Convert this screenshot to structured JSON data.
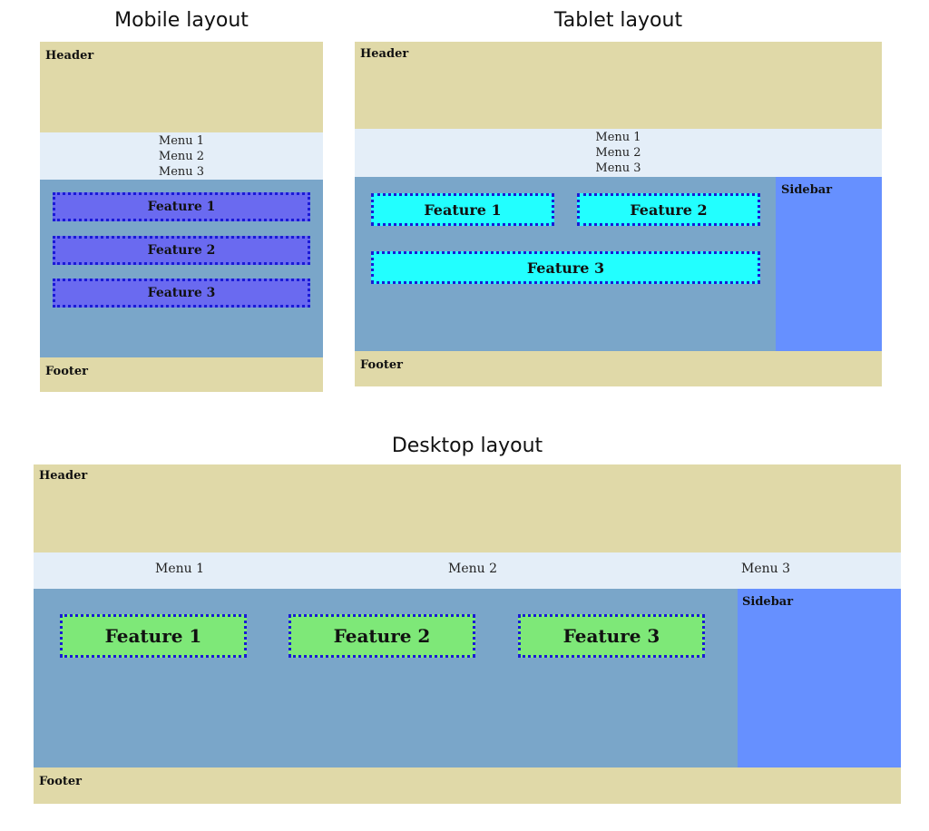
{
  "colors": {
    "header_footer": "#e0d9a8",
    "menu": "#e4eef8",
    "main": "#7aa6c9",
    "sidebar": "#6690ff",
    "feature_mobile": "#6a6af0",
    "feature_tablet": "#22ffff",
    "feature_desktop": "#7ee878",
    "feature_border": "#1a1ad6"
  },
  "mobile": {
    "caption": "Mobile layout",
    "header": "Header",
    "menu": [
      "Menu 1",
      "Menu 2",
      "Menu 3"
    ],
    "features": [
      "Feature 1",
      "Feature 2",
      "Feature 3"
    ],
    "footer": "Footer"
  },
  "tablet": {
    "caption": "Tablet layout",
    "header": "Header",
    "menu": [
      "Menu 1",
      "Menu 2",
      "Menu 3"
    ],
    "sidebar": "Sidebar",
    "features": [
      "Feature 1",
      "Feature 2",
      "Feature 3"
    ],
    "footer": "Footer"
  },
  "desktop": {
    "caption": "Desktop layout",
    "header": "Header",
    "menu": [
      "Menu 1",
      "Menu 2",
      "Menu 3"
    ],
    "sidebar": "Sidebar",
    "features": [
      "Feature 1",
      "Feature 2",
      "Feature 3"
    ],
    "footer": "Footer"
  }
}
